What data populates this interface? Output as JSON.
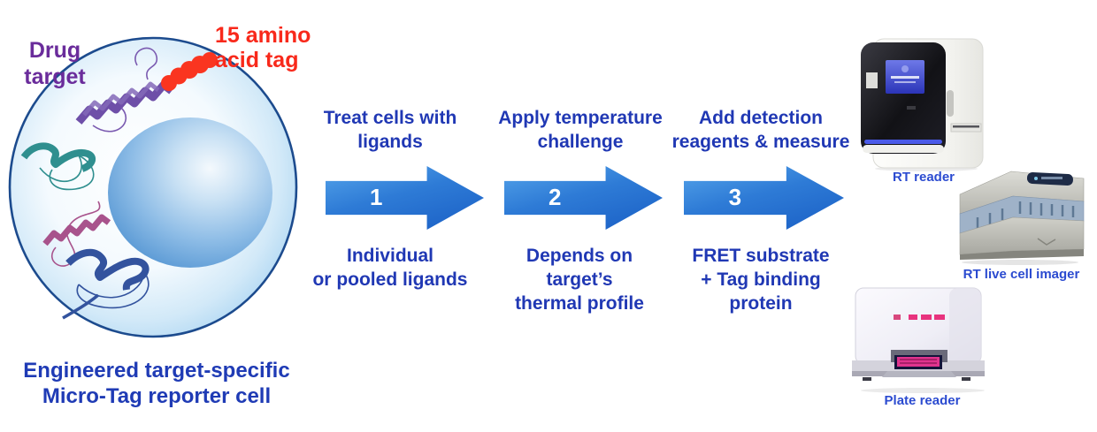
{
  "cell": {
    "drug_target_label": "Drug\ntarget",
    "tag_label": "15 amino\nacid tag",
    "caption": "Engineered target-specific\nMicro-Tag reporter cell"
  },
  "steps": [
    {
      "number": "1",
      "top": "Treat cells with\nligands",
      "bottom": "Individual\nor pooled ligands"
    },
    {
      "number": "2",
      "top": "Apply temperature\nchallenge",
      "bottom": "Depends on\ntarget’s\nthermal profile"
    },
    {
      "number": "3",
      "top": "Add detection\nreagents & measure",
      "bottom": "FRET substrate\n+ Tag binding\nprotein"
    }
  ],
  "instruments": [
    {
      "label": "RT reader"
    },
    {
      "label": "RT live cell imager"
    },
    {
      "label": "Plate reader"
    }
  ],
  "colors": {
    "step_text_blue": "#2038B4",
    "caption_blue": "#1F3BB5",
    "instrument_label_blue": "#2B4BD0",
    "drug_target_purple": "#6A2C9B",
    "tag_red": "#F8291B",
    "arrow_gradient_light": "#55A4EA",
    "arrow_gradient_dark": "#1A5FC5",
    "cell_membrane": "#1C4B8E",
    "nucleus_blue": "#5B9BD5"
  }
}
